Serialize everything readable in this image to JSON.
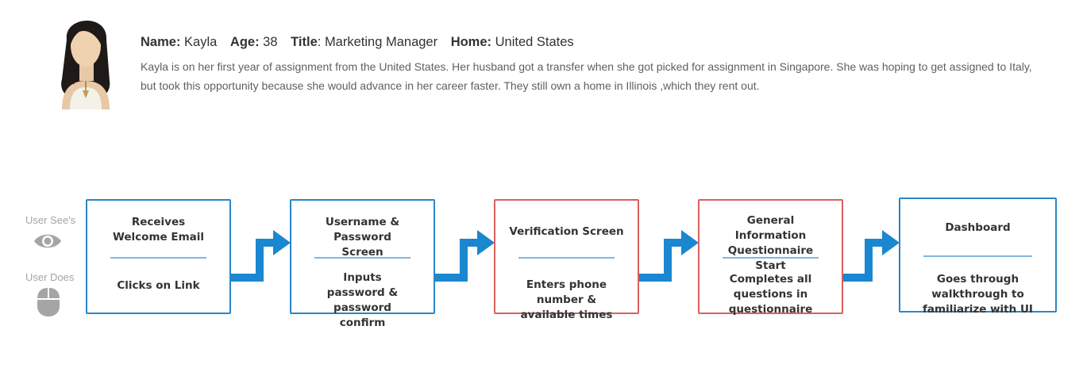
{
  "persona": {
    "name_label": "Name:",
    "name": "Kayla",
    "age_label": "Age:",
    "age": "38",
    "title_label": "Title",
    "title_sep": ":",
    "title": "Marketing Manager",
    "home_label": "Home:",
    "home": "United States",
    "bio": "Kayla is on her first year of assignment from the United States. Her husband got a transfer when she got picked for assignment in Singapore. She was hoping to get assigned to Italy, but took this opportunity because she would advance in her career faster. They still own a home in Illinois ,which they rent out."
  },
  "legend": {
    "sees": "User See's",
    "does": "User Does",
    "sees_icon": "eye-icon",
    "does_icon": "mouse-icon"
  },
  "colors": {
    "step_border": "#2a86c9",
    "alert_border": "#d9605d",
    "divider": "#7fb6e3",
    "arrow": "#1a87d0"
  },
  "steps": [
    {
      "sees": "Receives Welcome Email",
      "does": "Clicks on Link",
      "status": "normal"
    },
    {
      "sees": "Username & Password Screen",
      "does": "Inputs password & password confirm",
      "status": "normal"
    },
    {
      "sees": "Verification Screen",
      "does": "Enters phone number & available times",
      "status": "alert"
    },
    {
      "sees": "General Information Questionnaire Start",
      "does": "Completes all questions in questionnaire",
      "status": "alert"
    },
    {
      "sees": "Dashboard",
      "does": "Goes through walkthrough to familiarize with UI",
      "status": "normal"
    }
  ]
}
